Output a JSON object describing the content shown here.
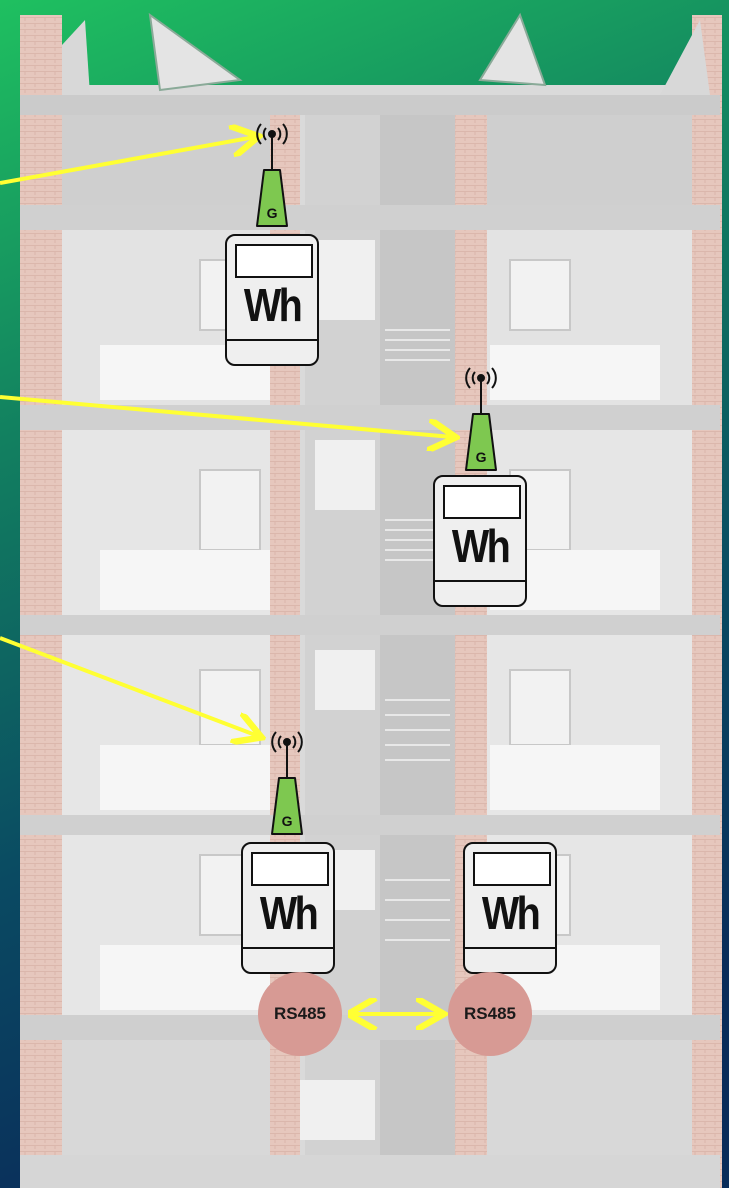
{
  "meters": [
    {
      "unit": "Wh",
      "modem": "G"
    },
    {
      "unit": "Wh",
      "modem": "G"
    },
    {
      "unit": "Wh",
      "modem": "G"
    },
    {
      "unit": "Wh",
      "modem": null
    }
  ],
  "rs485": [
    "RS485",
    "RS485"
  ],
  "colors": {
    "arrow": "#ffff33",
    "modem": "#7ec850",
    "rs485_fill": "#d79a94",
    "background_top": "#1fc060",
    "background_bottom": "#0a2c5a"
  },
  "icons": [
    "antenna-signal-icon",
    "gsm-modem-icon",
    "energy-meter-icon"
  ]
}
